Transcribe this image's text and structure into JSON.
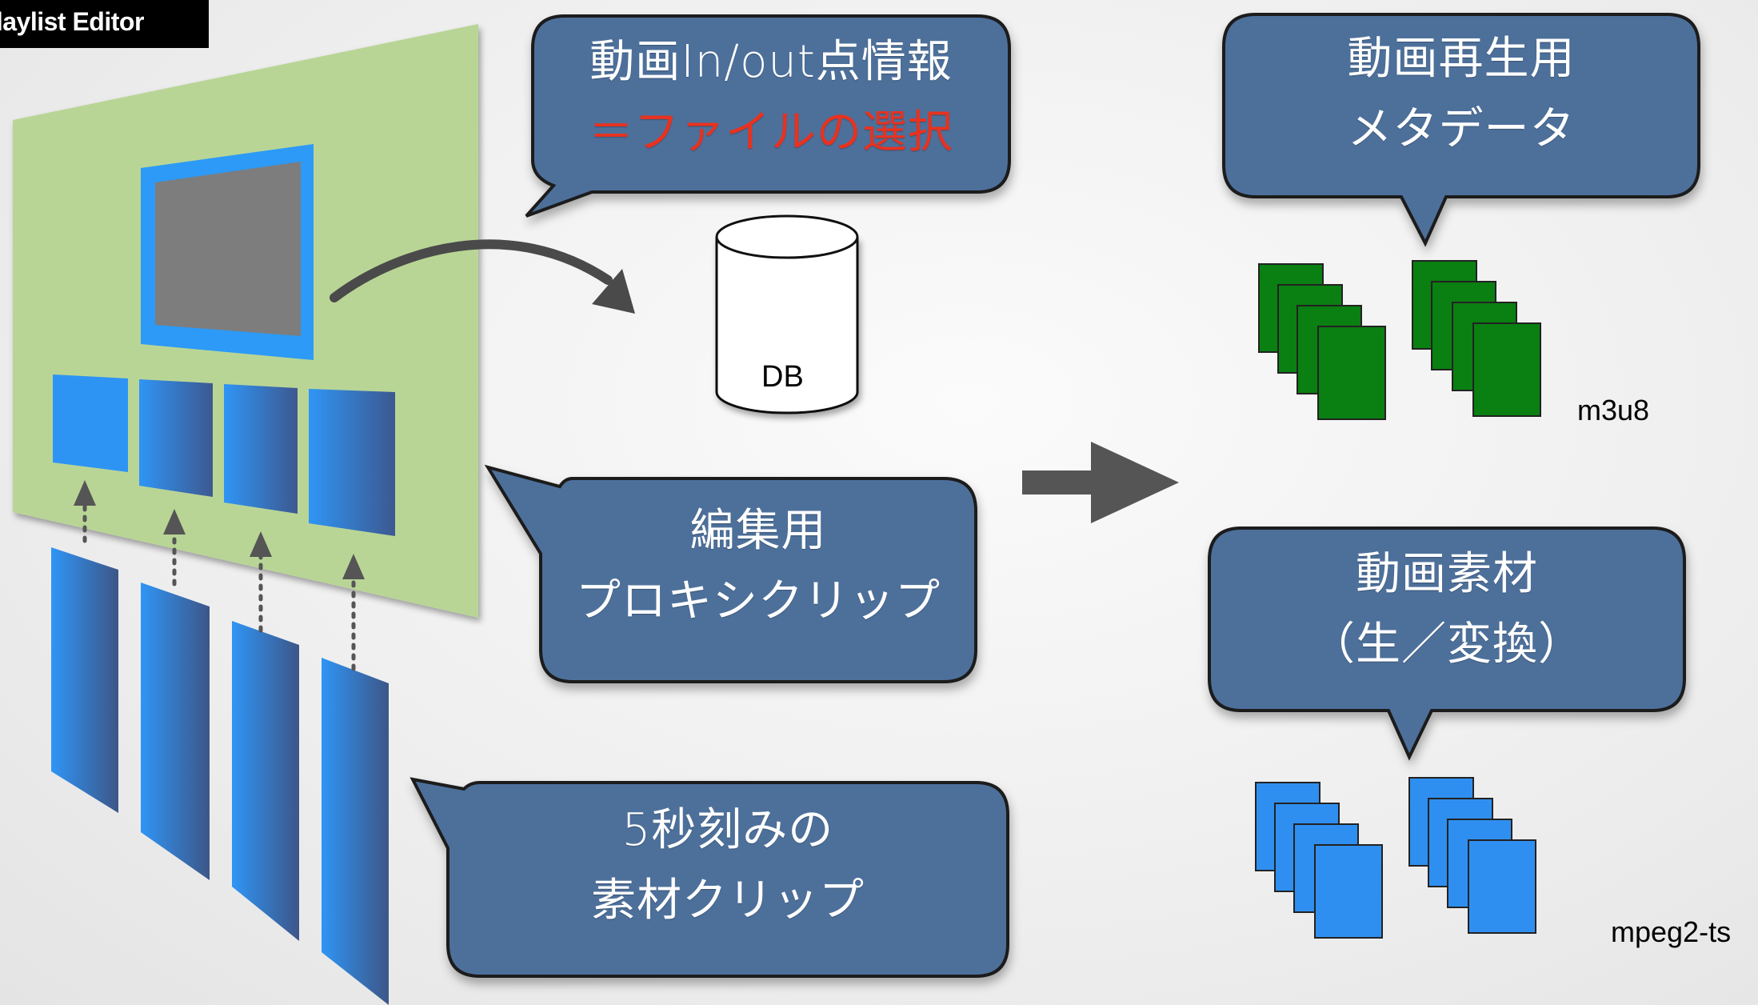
{
  "app_title": "Playlist Editor",
  "bubbles": {
    "inout": {
      "line1": "動画In/out点情報",
      "line2": "＝ファイルの選択"
    },
    "proxy": {
      "line1": "編集用",
      "line2": "プロキシクリップ"
    },
    "clips": {
      "line1": "5秒刻みの",
      "line2": "素材クリップ"
    },
    "meta": {
      "line1": "動画再生用",
      "line2": "メタデータ"
    },
    "source": {
      "line1": "動画素材",
      "line2": "（生／変換）"
    }
  },
  "labels": {
    "db": "DB",
    "m3u8": "m3u8",
    "ts": "mpeg2-ts"
  },
  "colors": {
    "bubble_fill": "#4d6f9b",
    "bubble_stroke": "#1a1a1a",
    "panel_green": "#b9d596",
    "clip_blue": "#2f8ff0",
    "meta_green": "#0a7f12",
    "highlight_red": "#e8321f",
    "arrow_gray": "#555555"
  },
  "icons": [
    "database-cylinder-icon",
    "arrow-right-icon",
    "curved-arrow-icon",
    "dotted-up-arrow-icon"
  ]
}
